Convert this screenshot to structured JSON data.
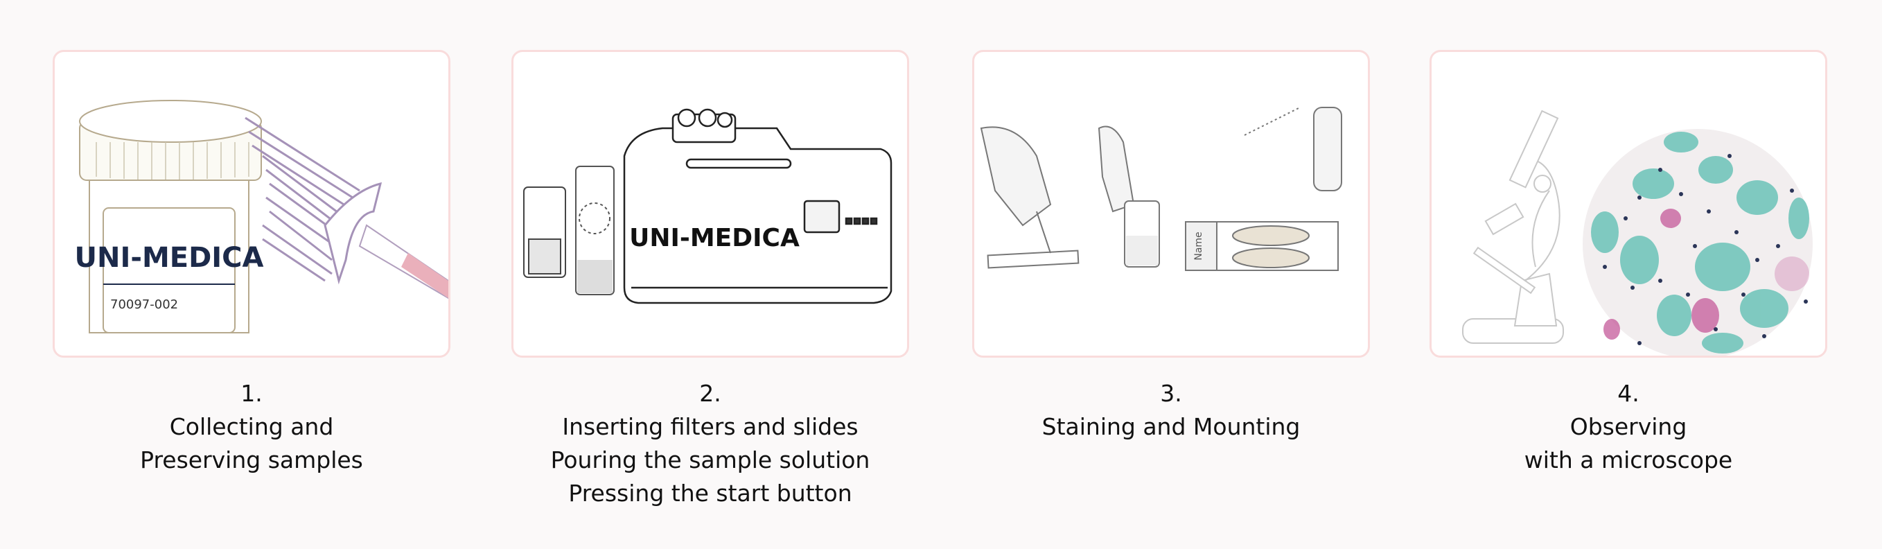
{
  "brand_logo": "UNI-MEDICA",
  "steps": [
    {
      "number": "1.",
      "lines": [
        "Collecting and",
        "Preserving samples"
      ],
      "illustration": "sample-vial-and-brush",
      "vial_ref": "70097-002"
    },
    {
      "number": "2.",
      "lines": [
        "Inserting filters and slides",
        "Pouring the sample solution",
        "Pressing the start button"
      ],
      "illustration": "processor-machine"
    },
    {
      "number": "3.",
      "lines": [
        "Staining and Mounting"
      ],
      "illustration": "staining-and-mounting",
      "slide_label": "Name"
    },
    {
      "number": "4.",
      "lines": [
        "Observing",
        "with a microscope"
      ],
      "illustration": "microscope-and-cells"
    }
  ],
  "colors": {
    "card_border": "#f9dcdc",
    "accent_pink": "#eab0bb",
    "stain_teal": "#6cc3b8",
    "stain_magenta": "#c45a9a"
  }
}
